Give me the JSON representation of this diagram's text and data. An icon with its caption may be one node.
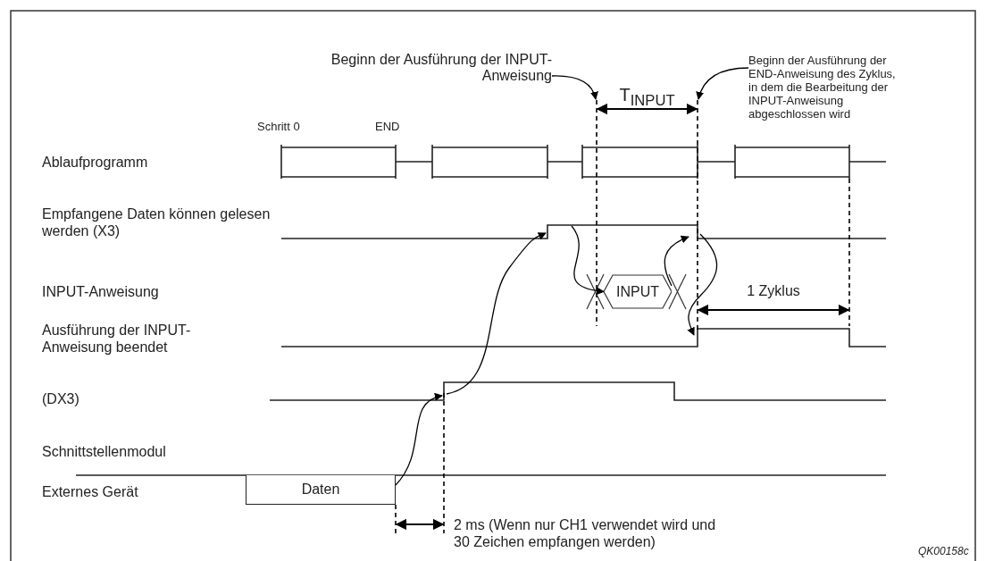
{
  "diagram": {
    "nodes": [
      {
        "text": [
          "Beginn der Ausführung der INPUT-Anweisung"
        ]
      },
      {
        "text": [
          "Beginn der Ausführung der END-Anweisung des Zyklus, in dem die Bearbeitung der INPUT-Anweisung abgeschlossen wird"
        ]
      },
      {
        "text": [
          "INPUT"
        ]
      },
      {
        "text": [
          "Daten"
        ]
      }
    ],
    "edges": [
      {
        "from": 0,
        "to": null,
        "arrow": "to"
      },
      {
        "from": 1,
        "to": null,
        "arrow": "to"
      },
      {
        "from": null,
        "to": 2,
        "arrow": "to"
      },
      {
        "from": 2,
        "to": null,
        "arrow": "to"
      },
      {
        "from": 3,
        "to": null,
        "arrow": "to"
      }
    ],
    "labels": [
      "T$_{INPUT}$",
      "Schritt 0",
      "END",
      "Ablaufprogramm",
      "Empfangene Daten können gelesen werden (X3)",
      "INPUT-Anweisung",
      "1 Zyklus",
      "Ausführung der INPUT-Anweisung beendet",
      "(DX3)",
      "Schnittstellenmodul",
      "Externes Gerät",
      "2 ms (Wenn nur CH1 verwendet wird und 30 Zeichen empfangen werden)",
      "QK00158c"
    ]
  }
}
